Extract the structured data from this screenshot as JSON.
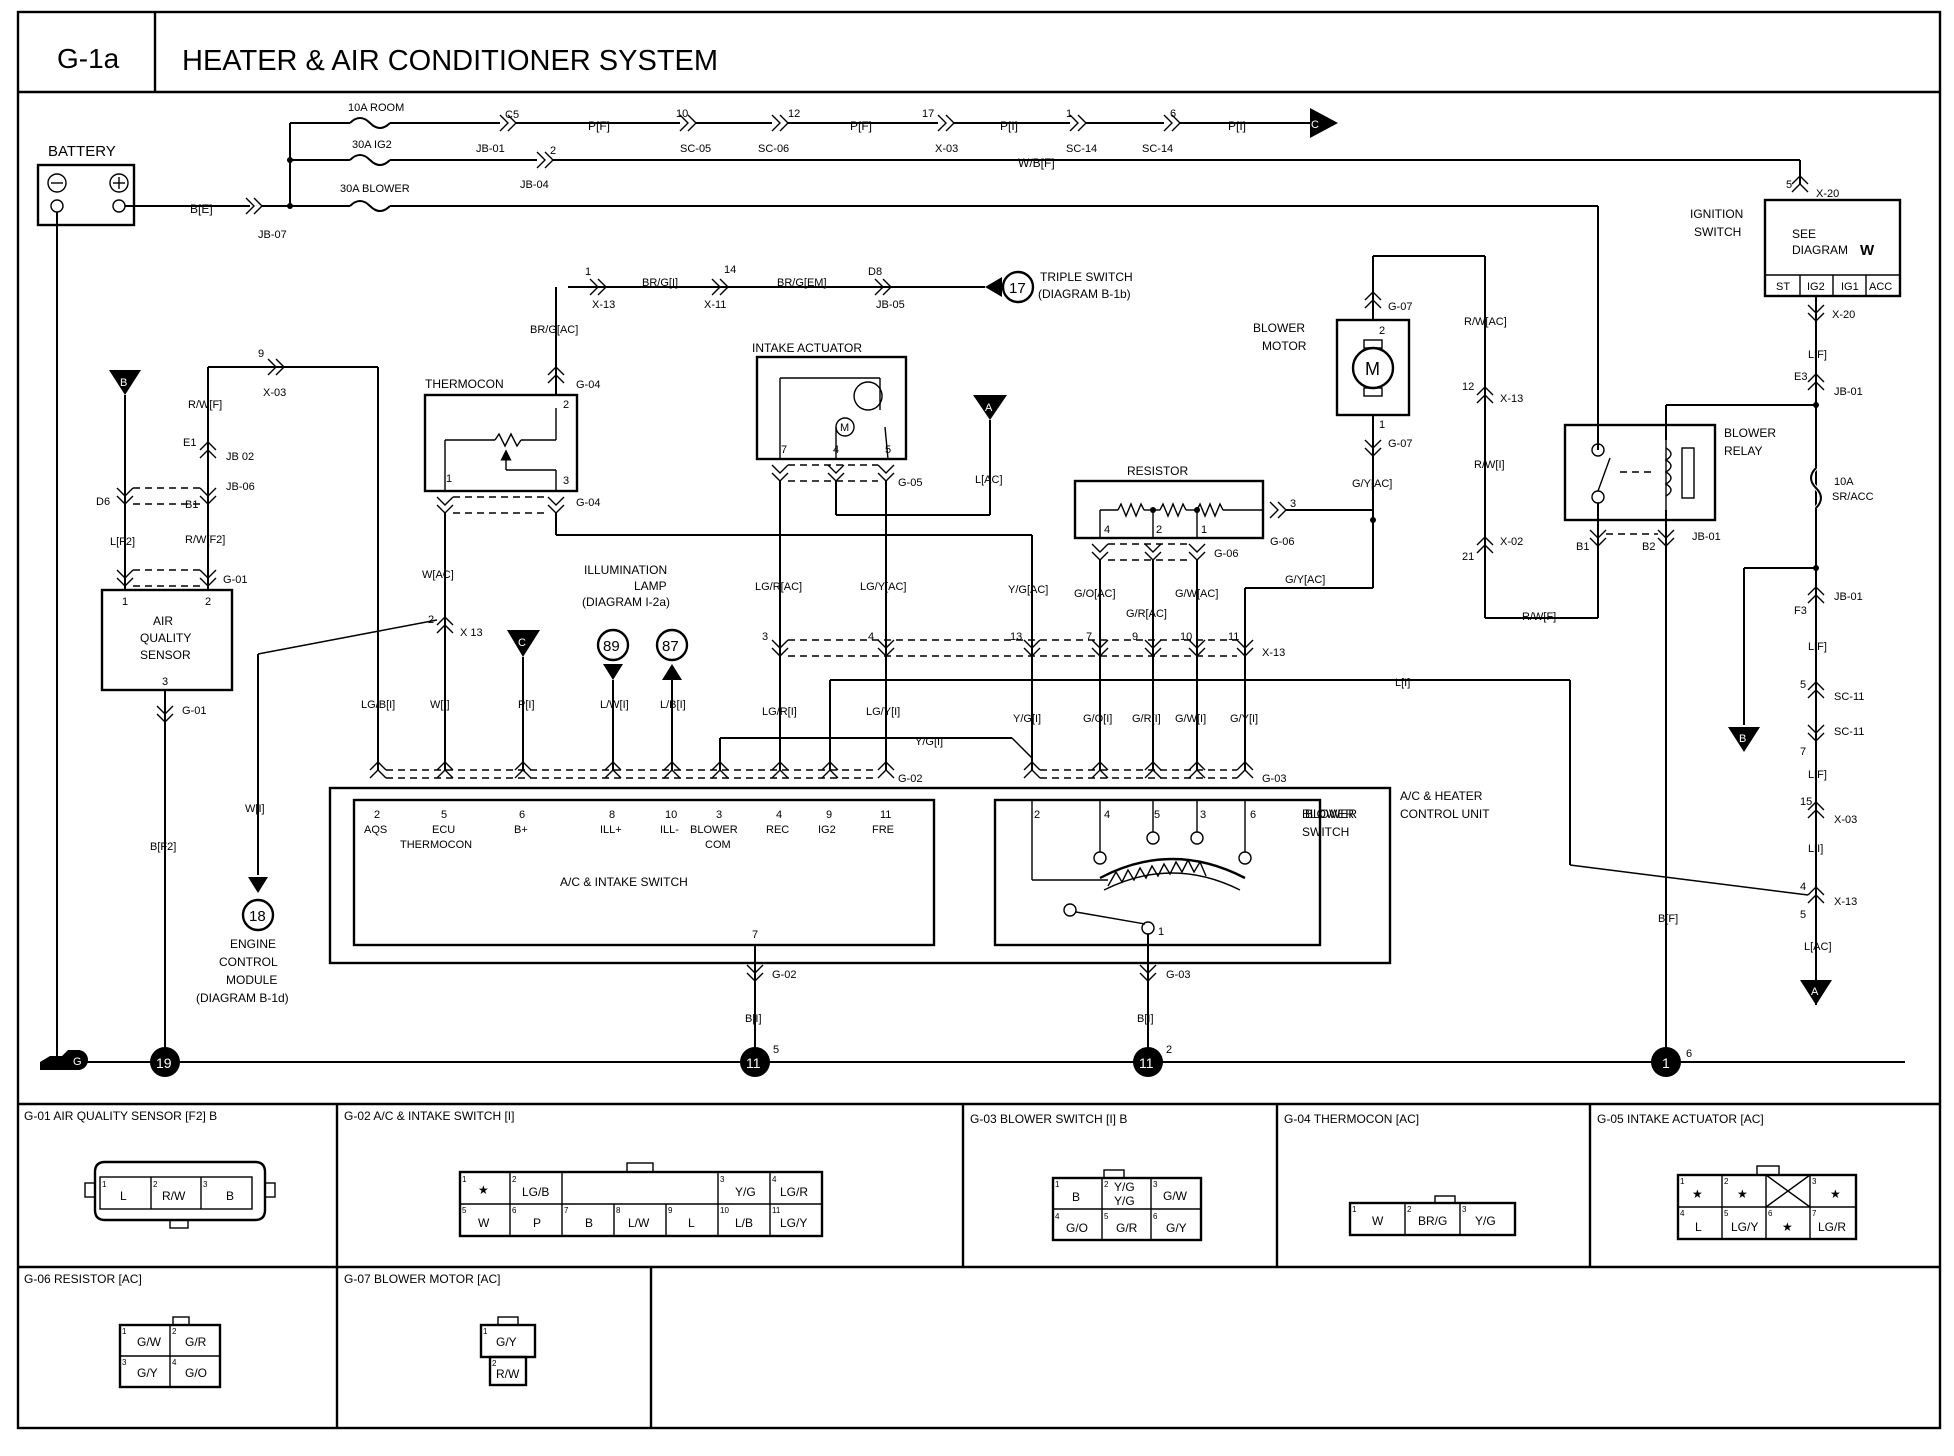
{
  "header": {
    "code": "G-1a",
    "title": "HEATER & AIR CONDITIONER SYSTEM"
  },
  "components": {
    "battery": "BATTERY",
    "fuse_room": "10A ROOM",
    "fuse_ig2": "30A IG2",
    "fuse_blower": "30A BLOWER",
    "ignition_switch": [
      "IGNITION",
      "SWITCH"
    ],
    "see_diagram": [
      "SEE",
      "DIAGRAM"
    ],
    "see_diagram_letter": "W",
    "ign_positions": [
      "ST",
      "IG2",
      "IG1",
      "ACC"
    ],
    "triple_switch": [
      "TRIPLE SWITCH",
      "(DIAGRAM  B-1b)"
    ],
    "triple_switch_ref": "17",
    "blower_motor": [
      "BLOWER",
      "MOTOR"
    ],
    "motor_symbol": "M",
    "blower_relay": [
      "BLOWER",
      "RELAY"
    ],
    "fuse_sr_acc": [
      "10A",
      "SR/ACC"
    ],
    "intake_actuator": "INTAKE ACTUATOR",
    "thermocon": "THERMOCON",
    "resistor": "RESISTOR",
    "air_quality_sensor": [
      "AIR",
      "QUALITY",
      "SENSOR"
    ],
    "illumination_lamp": [
      "ILLUMINATION",
      "LAMP",
      "(DIAGRAM  I-2a)"
    ],
    "ill_refs": [
      "89",
      "87"
    ],
    "ecm": [
      "ENGINE",
      "CONTROL",
      "MODULE",
      "(DIAGRAM  B-1d)"
    ],
    "ecm_ref": "18",
    "ac_heater_control_unit": [
      "A/C & HEATER",
      "CONTROL UNIT"
    ],
    "blower_switch": [
      "BLOWER",
      "SWITCH"
    ],
    "ac_intake_switch": "A/C & INTAKE SWITCH",
    "ac_switch_terms": [
      {
        "pin": "2",
        "name": "AQS"
      },
      {
        "pin": "5",
        "name": "ECU",
        "name2": "THERMOCON"
      },
      {
        "pin": "6",
        "name": "B+"
      },
      {
        "pin": "8",
        "name": "ILL+"
      },
      {
        "pin": "10",
        "name": "ILL-"
      },
      {
        "pin": "3",
        "name": "BLOWER",
        "name2": "COM"
      },
      {
        "pin": "4",
        "name": "REC"
      },
      {
        "pin": "9",
        "name": "IG2"
      },
      {
        "pin": "11",
        "name": "FRE"
      }
    ]
  },
  "offpage": {
    "C": "C",
    "B": "B",
    "A": "A",
    "G": "G"
  },
  "grounds": {
    "g19": "19",
    "g11": "11",
    "g1": "1"
  },
  "wires": {
    "b_e": "B[E]",
    "pf": "P[F]",
    "pi": "P[I]",
    "wbf": "W/B[F]",
    "brgi": "BR/G[I]",
    "brgem": "BR/G[EM]",
    "brgac": "BR/G[AC]",
    "rwf": "R/W[F]",
    "lf2": "L[F2]",
    "rwf2": "R/W[F2]",
    "wac": "W[AC]",
    "lgi": "LG/B[I]",
    "wi": "W[I]",
    "pi2": "P[I]",
    "lwi": "L/W[I]",
    "lbi": "L/B[I]",
    "lgri": "LG/R[I]",
    "lgyi": "LG/Y[I]",
    "ygi": "Y/G[I]",
    "ygi2": "Y/G[I]",
    "goi": "G/O[I]",
    "gri": "G/R[I]",
    "gwi": "G/W[I]",
    "gyi": "G/Y[I]",
    "lgrac": "LG/R[AC]",
    "lgyac": "LG/Y[AC]",
    "ygac": "Y/G[AC]",
    "goac": "G/O[AC]",
    "grac": "G/R[AC]",
    "gwac": "G/W[AC]",
    "gyac": "G/Y[AC]",
    "gyac2": "G/Y[AC]",
    "lac": "L[AC]",
    "rwac": "R/W[AC]",
    "rwi": "R/W[I]",
    "rwf3": "R/W[F]",
    "lf": "L[F]",
    "lf_b": "L[F]",
    "lf_c": "L[F]",
    "li": "L[I]",
    "li_b": "L[I]",
    "lac2": "L[AC]",
    "bf2": "B[F2]",
    "wi2": "W[I]",
    "bi": "B[I]",
    "bi2": "B[I]",
    "bf": "B[F]"
  },
  "connectors": {
    "jb01": "JB-01",
    "jb04": "JB-04",
    "jb07": "JB-07",
    "jb05": "JB-05",
    "jb02": "JB 02",
    "jb06": "JB-06",
    "sc05": "SC-05",
    "sc06": "SC-06",
    "sc14a": "SC-14",
    "sc14b": "SC-14",
    "sc11a": "SC-11",
    "sc11b": "SC-11",
    "x03": "X-03",
    "x03b": "X-03",
    "x03c": "X-03",
    "x13": "X-13",
    "x13b": "X 13",
    "x13c": "X-13",
    "x13d": "X-13",
    "x13e": "X-13",
    "x11": "X-11",
    "x20": "X-20",
    "x20b": "X-20",
    "x02": "X-02",
    "g01": "G-01",
    "g01b": "G-01",
    "g02": "G-02",
    "g02b": "G-02",
    "g03": "G-03",
    "g03b": "G-03",
    "g04": "G-04",
    "g04b": "G-04",
    "g05": "G-05",
    "g06": "G-06",
    "g06b": "G-06",
    "g07": "G-07",
    "g07b": "G-07",
    "jb01b": "JB-01",
    "jb01c": "JB-01",
    "jb01d": "JB-01",
    "c5": "C5",
    "d8": "D8",
    "e1": "E1",
    "b1": "B1",
    "d6": "D6",
    "e3": "E3",
    "f3": "F3",
    "b1b": "B1",
    "b2": "B2"
  },
  "views": {
    "g01": {
      "title": "G-01 AIR QUALITY SENSOR [F2] B",
      "cells": [
        "L",
        "R/W",
        "B"
      ],
      "nums": [
        "1",
        "2",
        "3"
      ]
    },
    "g02": {
      "title": "G-02 A/C & INTAKE SWITCH [I]",
      "row1": [
        "★",
        "LG/B",
        "",
        "Y/G",
        "LG/R"
      ],
      "row1n": [
        "1",
        "2",
        "",
        "3",
        "4"
      ],
      "row2": [
        "W",
        "P",
        "B",
        "L/W",
        "L",
        "L/B",
        "LG/Y"
      ],
      "row2n": [
        "5",
        "6",
        "7",
        "8",
        "9",
        "10",
        "11"
      ]
    },
    "g03": {
      "title": "G-03 BLOWER SWITCH [I] B",
      "row1": [
        "B",
        "Y/G",
        "G/W"
      ],
      "row1b": "Y/G",
      "row1n": [
        "1",
        "2",
        "3"
      ],
      "row2": [
        "G/O",
        "G/R",
        "G/Y"
      ],
      "row2n": [
        "4",
        "5",
        "6"
      ]
    },
    "g04": {
      "title": "G-04 THERMOCON [AC]",
      "cells": [
        "W",
        "BR/G",
        "Y/G"
      ],
      "nums": [
        "1",
        "2",
        "3"
      ]
    },
    "g05": {
      "title": "G-05 INTAKE ACTUATOR [AC]",
      "row1": [
        "★",
        "★",
        "",
        "★"
      ],
      "row1n": [
        "1",
        "2",
        "3"
      ],
      "row2": [
        "L",
        "LG/Y",
        "★",
        "LG/R"
      ],
      "row2n": [
        "4",
        "5",
        "6",
        "7"
      ]
    },
    "g06": {
      "title": "G-06 RESISTOR [AC]",
      "cells": [
        "G/W",
        "G/R",
        "G/Y",
        "G/O"
      ],
      "nums": [
        "1",
        "2",
        "3",
        "4"
      ]
    },
    "g07": {
      "title": "G-07 BLOWER MOTOR [AC]",
      "cells": [
        "G/Y",
        "R/W"
      ],
      "nums": [
        "1",
        "2"
      ]
    }
  }
}
